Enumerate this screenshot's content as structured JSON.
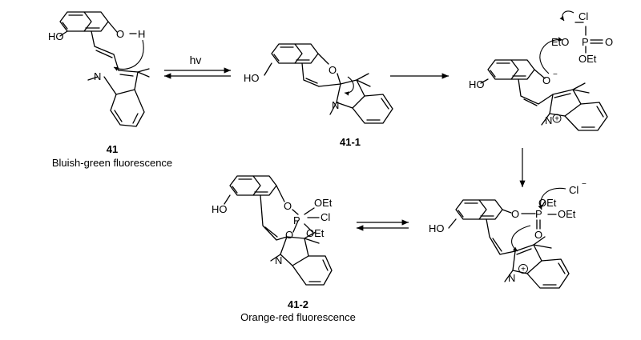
{
  "conditions": {
    "hv": "hv"
  },
  "compounds": [
    {
      "id": "41",
      "caption": "Bluish-green fluorescence"
    },
    {
      "id": "41-1",
      "caption": ""
    },
    {
      "id": "41-2",
      "caption": "Orange-red fluorescence"
    }
  ],
  "atoms": {
    "ho": "HO",
    "o": "O",
    "h": "H",
    "n": "N",
    "cl": "Cl",
    "p": "P",
    "eto": "EtO",
    "oet": "OEt",
    "minus": "−",
    "plus": "+"
  },
  "colors": {
    "ink": "#000000",
    "background": "#ffffff"
  }
}
